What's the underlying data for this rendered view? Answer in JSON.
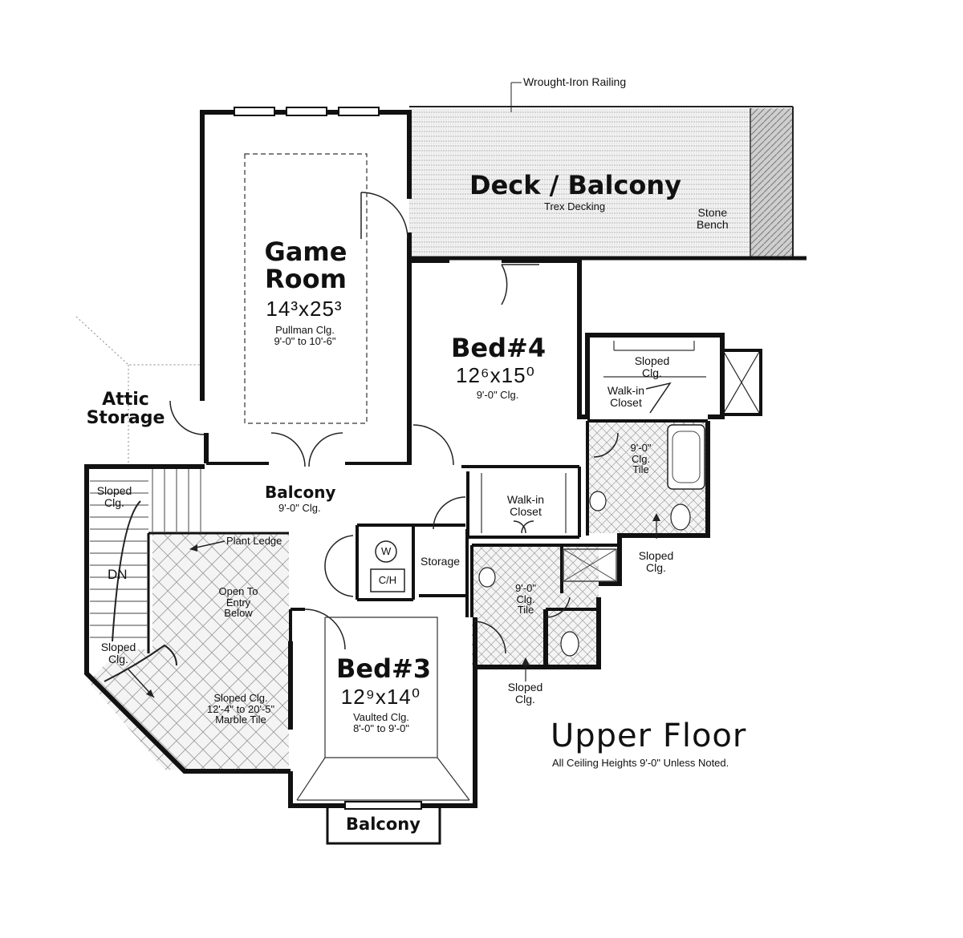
{
  "title": "Upper Floor",
  "subtitle": "All Ceiling Heights 9'-0\" Unless Noted.",
  "callout_railing": "Wrought-Iron Railing",
  "deck": {
    "name": "Deck / Balcony",
    "note": "Trex Decking"
  },
  "stone_bench": [
    "Stone",
    "Bench"
  ],
  "game_room": {
    "name": [
      "Game",
      "Room"
    ],
    "dim": "14³x25³",
    "ceiling": [
      "Pullman Clg.",
      "9'-0\" to 10'-6\""
    ]
  },
  "bed4": {
    "name": "Bed#4",
    "dim": "12⁶x15⁰",
    "ceiling": "9'-0\" Clg."
  },
  "bed3": {
    "name": "Bed#3",
    "dim": "12⁹x14⁰",
    "ceiling": [
      "Vaulted Clg.",
      "8'-0\" to 9'-0\""
    ]
  },
  "attic_storage": [
    "Attic",
    "Storage"
  ],
  "balcony_hall": {
    "name": "Balcony",
    "ceiling": "9'-0\" Clg."
  },
  "balcony_front": "Balcony",
  "sloped_bed4": [
    "Sloped",
    "Clg."
  ],
  "walkin_bed4": [
    "Walk-in",
    "Closet"
  ],
  "bath_tile_upper": [
    "9'-0\"",
    "Clg.",
    "Tile"
  ],
  "sloped_bath_upper": [
    "Sloped",
    "Clg."
  ],
  "walkin_center": [
    "Walk-in",
    "Closet"
  ],
  "storage": "Storage",
  "washer": "W",
  "ch": "C/H",
  "bath_tile_lower": [
    "9'-0\"",
    "Clg.",
    "Tile"
  ],
  "sloped_bath_lower": [
    "Sloped",
    "Clg."
  ],
  "sloped_stair_top": [
    "Sloped",
    "Clg."
  ],
  "dn": "DN",
  "plant_ledge": "Plant Ledge",
  "open_to_entry": [
    "Open To",
    "Entry",
    "Below"
  ],
  "sloped_stair_bottom": [
    "Sloped",
    "Clg."
  ],
  "marble": [
    "Sloped Clg.",
    "12'-4\" to 20'-5\"",
    "Marble Tile"
  ]
}
